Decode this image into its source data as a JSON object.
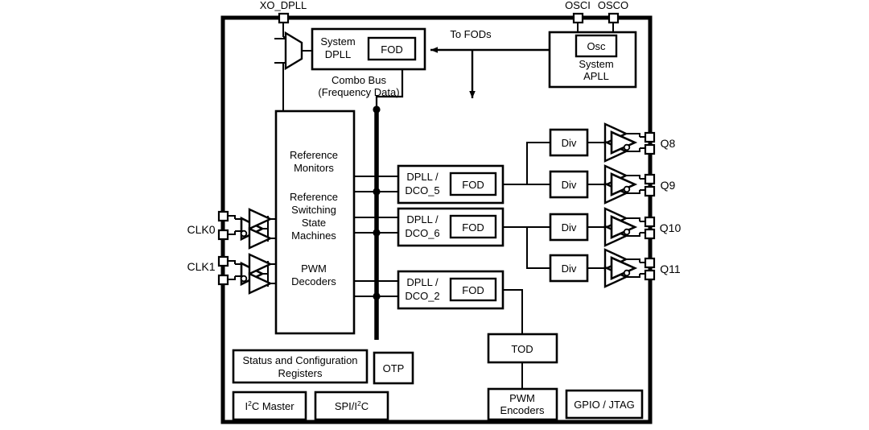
{
  "diagram": {
    "title": "Clock generator block diagram",
    "background": "#ffffff",
    "line_color": "#000000"
  },
  "pins": {
    "top": [
      {
        "name": "XO_DPLL",
        "label": "XO_DPLL"
      },
      {
        "name": "OSCI",
        "label": "OSCI"
      },
      {
        "name": "OSCO",
        "label": "OSCO"
      }
    ],
    "left": [
      {
        "name": "CLK0",
        "label": "CLK0"
      },
      {
        "name": "CLK1",
        "label": "CLK1"
      }
    ],
    "right": [
      {
        "name": "Q8",
        "label": "Q8"
      },
      {
        "name": "Q9",
        "label": "Q9"
      },
      {
        "name": "Q10",
        "label": "Q10"
      },
      {
        "name": "Q11",
        "label": "Q11"
      }
    ]
  },
  "blocks": {
    "system_dpll": {
      "label_line1": "System",
      "label_line2": "DPLL",
      "inner": "FOD"
    },
    "system_apll": {
      "inner": "Osc",
      "label_line1": "System",
      "label_line2": "APLL"
    },
    "core": {
      "group1_line1": "Reference",
      "group1_line2": "Monitors",
      "group2_line1": "Reference",
      "group2_line2": "Switching",
      "group2_line3": "State",
      "group2_line4": "Machines",
      "group3_line1": "PWM",
      "group3_line2": "Decoders"
    },
    "dplls": [
      {
        "label_line1": "DPLL /",
        "label_line2": "DCO_5",
        "inner": "FOD"
      },
      {
        "label_line1": "DPLL /",
        "label_line2": "DCO_6",
        "inner": "FOD"
      },
      {
        "label_line1": "DPLL /",
        "label_line2": "DCO_2",
        "inner": "FOD"
      }
    ],
    "dividers": [
      {
        "label": "Div"
      },
      {
        "label": "Div"
      },
      {
        "label": "Div"
      },
      {
        "label": "Div"
      }
    ],
    "status_registers": {
      "line1": "Status and Configuration",
      "line2": "Registers"
    },
    "otp": {
      "label": "OTP"
    },
    "i2c_master": {
      "prefix": "I",
      "sup": "2",
      "suffix": "C Master"
    },
    "spi_i2c": {
      "prefix": "SPI/I",
      "sup": "2",
      "suffix": "C"
    },
    "tod": {
      "label": "TOD"
    },
    "pwm_encoders": {
      "line1": "PWM",
      "line2": "Encoders"
    },
    "gpio_jtag": {
      "label": "GPIO / JTAG"
    }
  },
  "annotations": {
    "to_fods": "To FODs",
    "combo_bus_line1": "Combo Bus",
    "combo_bus_line2": "(Frequency Data)"
  }
}
